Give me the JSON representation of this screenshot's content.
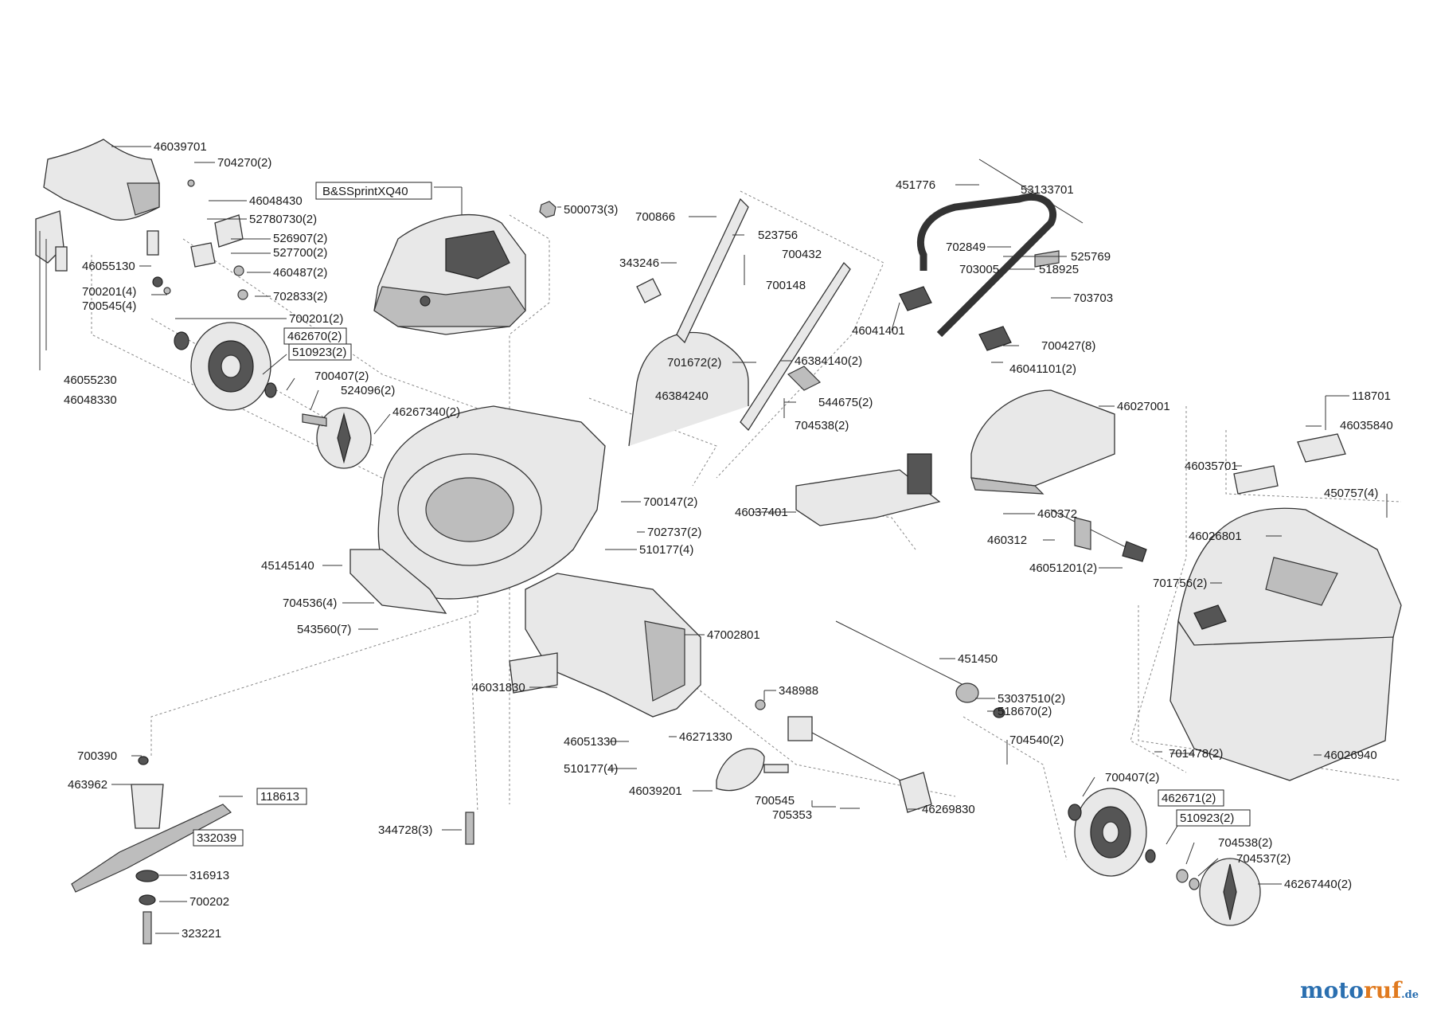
{
  "labels": [
    {
      "id": "46039701",
      "text": "46039701"
    },
    {
      "id": "704270_2",
      "text": "704270(2)"
    },
    {
      "id": "46048430",
      "text": "46048430"
    },
    {
      "id": "52780730_2",
      "text": "52780730(2)"
    },
    {
      "id": "526907_2",
      "text": "526907(2)"
    },
    {
      "id": "527700_2",
      "text": "527700(2)"
    },
    {
      "id": "460487_2",
      "text": "460487(2)"
    },
    {
      "id": "46055130",
      "text": "46055130"
    },
    {
      "id": "700201_4",
      "text": "700201(4)"
    },
    {
      "id": "700545_4",
      "text": "700545(4)"
    },
    {
      "id": "702833_2",
      "text": "702833(2)"
    },
    {
      "id": "700201_2",
      "text": "700201(2)"
    },
    {
      "id": "46055230",
      "text": "46055230"
    },
    {
      "id": "46048330",
      "text": "46048330"
    },
    {
      "id": "700407_2a",
      "text": "700407(2)"
    },
    {
      "id": "524096_2",
      "text": "524096(2)"
    },
    {
      "id": "46267340_2",
      "text": "46267340(2)"
    },
    {
      "id": "500073_3",
      "text": "500073(3)"
    },
    {
      "id": "700866",
      "text": "700866"
    },
    {
      "id": "523756",
      "text": "523756"
    },
    {
      "id": "700432",
      "text": "700432"
    },
    {
      "id": "343246",
      "text": "343246"
    },
    {
      "id": "700148",
      "text": "700148"
    },
    {
      "id": "701672_2",
      "text": "701672(2)"
    },
    {
      "id": "46384140_2",
      "text": "46384140(2)"
    },
    {
      "id": "46384240",
      "text": "46384240"
    },
    {
      "id": "544675_2",
      "text": "544675(2)"
    },
    {
      "id": "704538_2a",
      "text": "704538(2)"
    },
    {
      "id": "451776",
      "text": "451776"
    },
    {
      "id": "53133701",
      "text": "53133701"
    },
    {
      "id": "702849",
      "text": "702849"
    },
    {
      "id": "525769",
      "text": "525769"
    },
    {
      "id": "703005",
      "text": "703005"
    },
    {
      "id": "518925",
      "text": "518925"
    },
    {
      "id": "703703",
      "text": "703703"
    },
    {
      "id": "46041401",
      "text": "46041401"
    },
    {
      "id": "700427_8",
      "text": "700427(8)"
    },
    {
      "id": "46041101_2",
      "text": "46041101(2)"
    },
    {
      "id": "46027001",
      "text": "46027001"
    },
    {
      "id": "118701",
      "text": "118701"
    },
    {
      "id": "46035840",
      "text": "46035840"
    },
    {
      "id": "46035701",
      "text": "46035701"
    },
    {
      "id": "450757_4",
      "text": "450757(4)"
    },
    {
      "id": "700147_2",
      "text": "700147(2)"
    },
    {
      "id": "702737_2",
      "text": "702737(2)"
    },
    {
      "id": "510177_4a",
      "text": "510177(4)"
    },
    {
      "id": "46037401",
      "text": "46037401"
    },
    {
      "id": "460372",
      "text": "460372"
    },
    {
      "id": "460312",
      "text": "460312"
    },
    {
      "id": "46026801",
      "text": "46026801"
    },
    {
      "id": "46051201_2",
      "text": "46051201(2)"
    },
    {
      "id": "45145140",
      "text": "45145140"
    },
    {
      "id": "701756_2",
      "text": "701756(2)"
    },
    {
      "id": "704536_4",
      "text": "704536(4)"
    },
    {
      "id": "543560_7",
      "text": "543560(7)"
    },
    {
      "id": "47002801",
      "text": "47002801"
    },
    {
      "id": "451450",
      "text": "451450"
    },
    {
      "id": "46031830",
      "text": "46031830"
    },
    {
      "id": "348988",
      "text": "348988"
    },
    {
      "id": "53037510_2",
      "text": "53037510(2)"
    },
    {
      "id": "518670_2",
      "text": "518670(2)"
    },
    {
      "id": "46051330",
      "text": "46051330"
    },
    {
      "id": "46271330",
      "text": "46271330"
    },
    {
      "id": "704540_2",
      "text": "704540(2)"
    },
    {
      "id": "701478_2",
      "text": "701478(2)"
    },
    {
      "id": "46026940",
      "text": "46026940"
    },
    {
      "id": "700390",
      "text": "700390"
    },
    {
      "id": "510177_4b",
      "text": "510177(4)"
    },
    {
      "id": "700407_2b",
      "text": "700407(2)"
    },
    {
      "id": "463962",
      "text": "463962"
    },
    {
      "id": "46039201",
      "text": "46039201"
    },
    {
      "id": "700545",
      "text": "700545"
    },
    {
      "id": "705353",
      "text": "705353"
    },
    {
      "id": "46269830",
      "text": "46269830"
    },
    {
      "id": "344728_3",
      "text": "344728(3)"
    },
    {
      "id": "704538_2b",
      "text": "704538(2)"
    },
    {
      "id": "704537_2",
      "text": "704537(2)"
    },
    {
      "id": "316913",
      "text": "316913"
    },
    {
      "id": "46267440_2",
      "text": "46267440(2)"
    },
    {
      "id": "700202",
      "text": "700202"
    },
    {
      "id": "323221",
      "text": "323221"
    }
  ],
  "boxed_labels": [
    {
      "id": "bs_sprint",
      "text": "B&SSprintXQ40"
    },
    {
      "id": "462670_2",
      "text": "462670(2)"
    },
    {
      "id": "510923_2a",
      "text": "510923(2)"
    },
    {
      "id": "118613",
      "text": "118613"
    },
    {
      "id": "332039",
      "text": "332039"
    },
    {
      "id": "462671_2",
      "text": "462671(2)"
    },
    {
      "id": "510923_2b",
      "text": "510923(2)"
    }
  ],
  "watermark": {
    "part_a": "moto",
    "part_b": "ruf",
    "tld": ".de"
  }
}
